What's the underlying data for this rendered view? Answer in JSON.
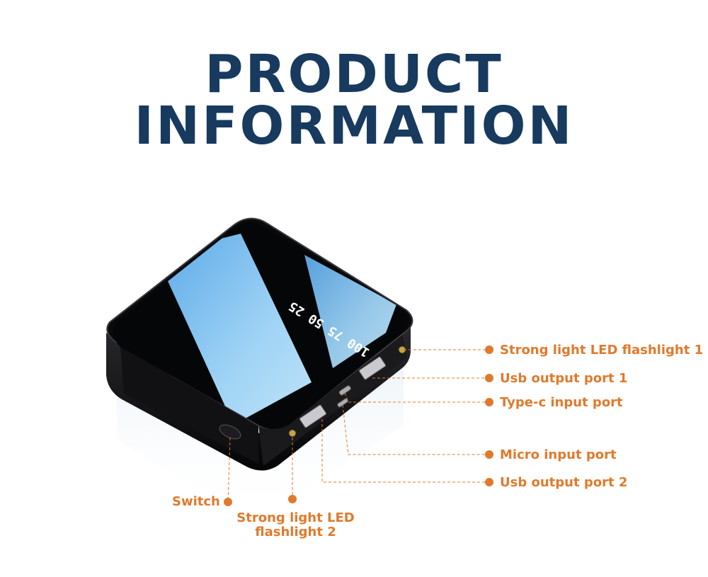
{
  "title": {
    "line1": "PRODUCT",
    "line2": "INFORMATION"
  },
  "colors": {
    "title": "#173a5e",
    "accent": "#e07a2c",
    "screen_blue": "#8ec9f0",
    "body_black": "#0e0e10"
  },
  "device": {
    "display_text": "100 75 50 25"
  },
  "callouts": {
    "led1": "Strong light LED flashlight 1",
    "usb1": "Usb output port 1",
    "typec": "Type-c input port",
    "micro": "Micro input port",
    "usb2": "Usb output port 2",
    "switch": "Switch",
    "led2_line1": "Strong light LED",
    "led2_line2": "flashlight 2"
  }
}
